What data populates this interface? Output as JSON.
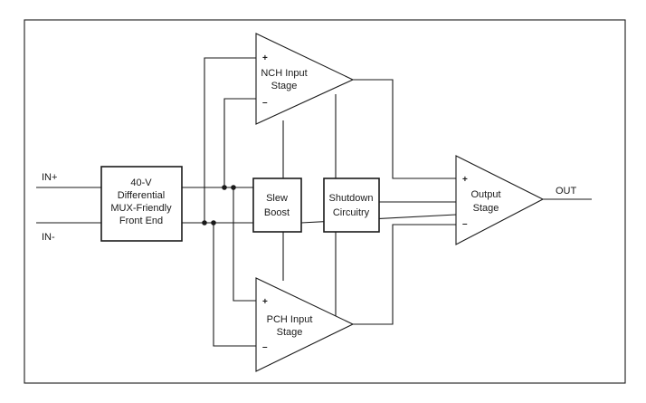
{
  "diagram": {
    "inputs": {
      "in_plus": "IN+",
      "in_minus": "IN-"
    },
    "output": "OUT",
    "front_end": {
      "line1": "40-V",
      "line2": "Differential",
      "line3": "MUX-Friendly",
      "line4": "Front End"
    },
    "nch_stage": {
      "line1": "NCH Input",
      "line2": "Stage",
      "plus": "+",
      "minus": "–"
    },
    "pch_stage": {
      "line1": "PCH Input",
      "line2": "Stage",
      "plus": "+",
      "minus": "–"
    },
    "slew_boost": {
      "line1": "Slew",
      "line2": "Boost"
    },
    "shutdown": {
      "line1": "Shutdown",
      "line2": "Circuitry"
    },
    "output_stage": {
      "line1": "Output",
      "line2": "Stage",
      "plus": "+",
      "minus": "–"
    }
  }
}
